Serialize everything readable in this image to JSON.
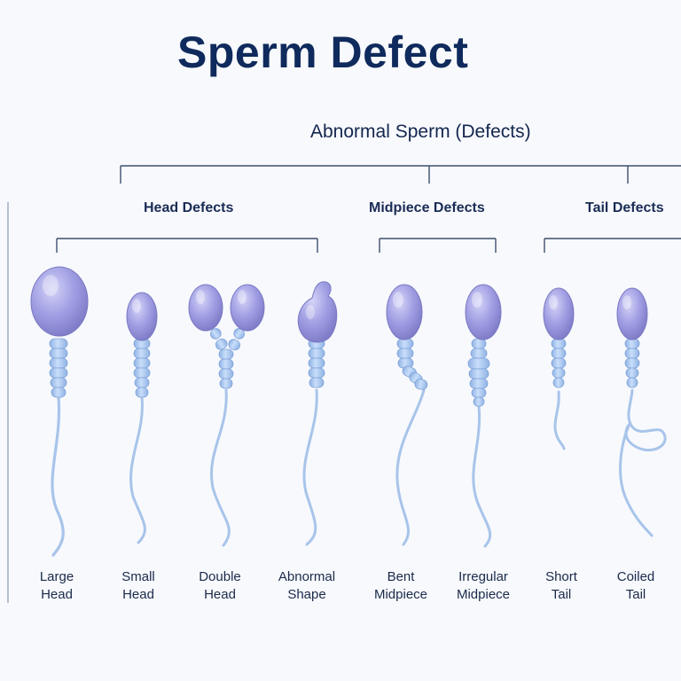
{
  "title": "Sperm Defect",
  "subtitle": "Abnormal Sperm (Defects)",
  "groups": [
    {
      "name": "Head Defects"
    },
    {
      "name": "Midpiece Defects"
    },
    {
      "name": "Tail Defects"
    }
  ],
  "items": [
    {
      "label1": "Large",
      "label2": "Head",
      "kind": "large-head"
    },
    {
      "label1": "Small",
      "label2": "Head",
      "kind": "small-head"
    },
    {
      "label1": "Double",
      "label2": "Head",
      "kind": "double-head"
    },
    {
      "label1": "Abnormal",
      "label2": "Shape",
      "kind": "abnormal-shape"
    },
    {
      "label1": "Bent",
      "label2": "Midpiece",
      "kind": "bent-midpiece"
    },
    {
      "label1": "Irregular",
      "label2": "Midpiece",
      "kind": "irregular-midpiece"
    },
    {
      "label1": "Short",
      "label2": "Tail",
      "kind": "short-tail"
    },
    {
      "label1": "Coiled",
      "label2": "Tail",
      "kind": "coiled-tail"
    }
  ],
  "colors": {
    "head": "#9e9ce0",
    "midpiece": "#a9c8ee",
    "tail": "#a8c4ea",
    "lines": "#3f4f6e",
    "title": "#0f2a5c"
  }
}
